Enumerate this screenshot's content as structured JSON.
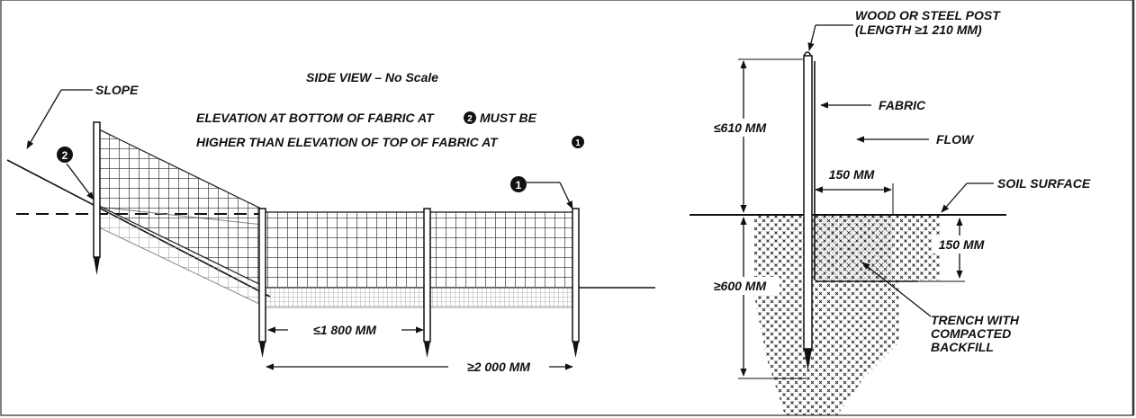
{
  "side_view": {
    "title": "SIDE VIEW – No Scale",
    "note_line1_a": "ELEVATION AT BOTTOM OF FABRIC AT",
    "note_line1_b": "MUST BE",
    "note_line2": "HIGHER THAN ELEVATION OF TOP OF FABRIC AT",
    "slope_label": "SLOPE",
    "marker_1": "1",
    "marker_2": "2",
    "post_spacing": "≤1 800 MM",
    "overall_length": "≥2 000 MM"
  },
  "section_view": {
    "post_label_line1": "WOOD OR STEEL POST",
    "post_label_line2": "(LENGTH ≥1 210 MM)",
    "fabric_label": "FABRIC",
    "flow_label": "FLOW",
    "above_ground": "≤610 MM",
    "below_ground": "≥600 MM",
    "trench_width": "150 MM",
    "trench_depth": "150 MM",
    "soil_surface": "SOIL SURFACE",
    "trench_line1": "TRENCH WITH",
    "trench_line2": "COMPACTED",
    "trench_line3": "BACKFILL"
  },
  "colors": {
    "ink": "#111111",
    "paper": "#ffffff",
    "mesh": "#2a2a2a"
  }
}
